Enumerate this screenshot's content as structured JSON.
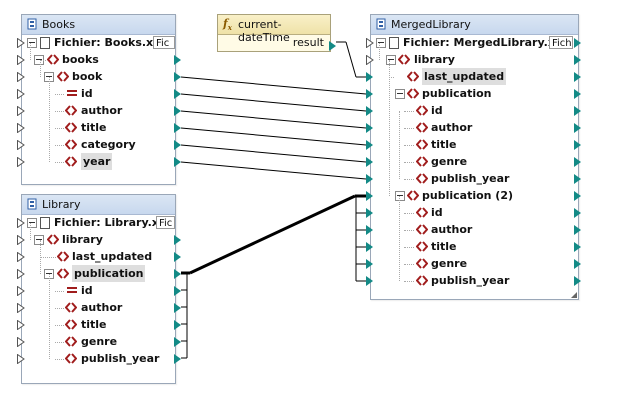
{
  "books": {
    "title": "Books",
    "file_label": "Fichier: Books.xml",
    "file_box": "Fic",
    "items": [
      "books",
      "book",
      "id",
      "author",
      "title",
      "category",
      "year"
    ]
  },
  "library": {
    "title": "Library",
    "file_label": "Fichier: Library.xml",
    "file_box": "Fic",
    "items": [
      "library",
      "last_updated",
      "publication",
      "id",
      "author",
      "title",
      "genre",
      "publish_year"
    ]
  },
  "function": {
    "title": "current-dateTime",
    "output": "result"
  },
  "merged": {
    "title": "MergedLibrary",
    "file_label": "Fichier: MergedLibrary.xml",
    "file_box": "Fich",
    "items": [
      "library",
      "last_updated",
      "publication",
      "id",
      "author",
      "title",
      "genre",
      "publish_year",
      "publication (2)",
      "id",
      "author",
      "title",
      "genre",
      "publish_year"
    ]
  },
  "colors": {
    "accent": "#138a86",
    "element": "#a01c1c",
    "header": "#c8d8ee"
  }
}
